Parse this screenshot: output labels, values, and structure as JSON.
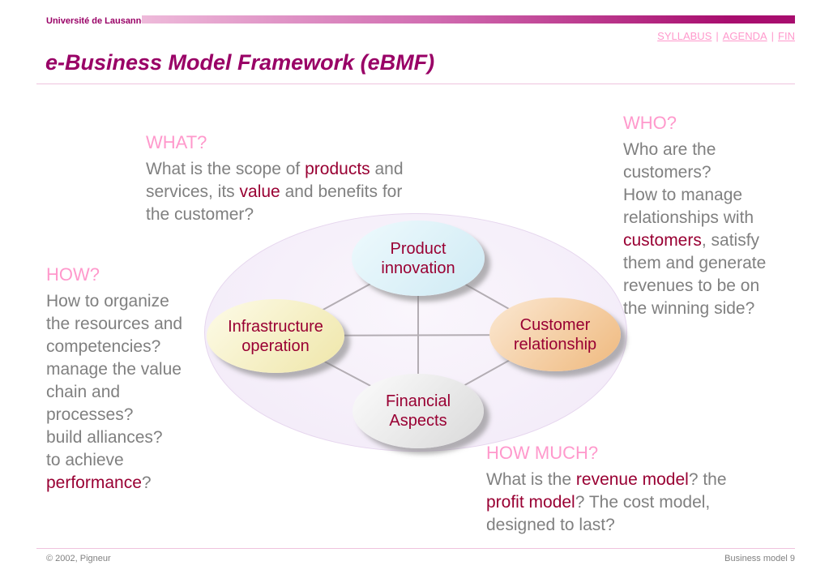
{
  "header": {
    "org": "Université de Lausanne",
    "nav": {
      "separator": "|",
      "items": [
        {
          "label": "SYLLABUS"
        },
        {
          "label": "AGENDA"
        },
        {
          "label": "FIN"
        }
      ]
    },
    "title": "e-Business Model Framework (eBMF)"
  },
  "footer": {
    "left": "© 2002, Pigneur",
    "right": "Business model 9"
  },
  "colors": {
    "accent_title": "#990066",
    "heading_pink": "#ff99cc",
    "body_gray": "#808080",
    "emphasis_maroon": "#990033",
    "bar_gradient_start": "#eebada",
    "bar_gradient_end": "#a80d6e"
  },
  "blocks": {
    "what": {
      "heading": "WHAT?",
      "lines": [
        [
          {
            "t": "What is the scope of "
          },
          {
            "t": "products",
            "em": true
          },
          {
            "t": " and"
          }
        ],
        [
          {
            "t": "services, its "
          },
          {
            "t": "value",
            "em": true
          },
          {
            "t": " and benefits for"
          }
        ],
        [
          {
            "t": "the customer?"
          }
        ]
      ]
    },
    "who": {
      "heading": "WHO?",
      "lines": [
        [
          {
            "t": "Who are the"
          }
        ],
        [
          {
            "t": "customers?"
          }
        ],
        [
          {
            "t": "How to manage"
          }
        ],
        [
          {
            "t": "relationships with"
          }
        ],
        [
          {
            "t": "customers",
            "em": true
          },
          {
            "t": ", satisfy"
          }
        ],
        [
          {
            "t": "them and generate"
          }
        ],
        [
          {
            "t": "revenues to be on"
          }
        ],
        [
          {
            "t": "the winning side?"
          }
        ]
      ]
    },
    "how": {
      "heading": "HOW?",
      "lines": [
        [
          {
            "t": "How to organize"
          }
        ],
        [
          {
            "t": "the resources and"
          }
        ],
        [
          {
            "t": "competencies?"
          }
        ],
        [
          {
            "t": "manage the value"
          }
        ],
        [
          {
            "t": "chain and"
          }
        ],
        [
          {
            "t": "processes?"
          }
        ],
        [
          {
            "t": "build alliances?"
          }
        ],
        [
          {
            "t": "to achieve"
          }
        ],
        [
          {
            "t": "performance",
            "em": true
          },
          {
            "t": "?"
          }
        ]
      ]
    },
    "how_much": {
      "heading": "HOW MUCH?",
      "lines": [
        [
          {
            "t": "What is the "
          },
          {
            "t": "revenue model",
            "em": true
          },
          {
            "t": "? the"
          }
        ],
        [
          {
            "t": "profit model",
            "em": true
          },
          {
            "t": "? The cost model,"
          }
        ],
        [
          {
            "t": "designed to last?"
          }
        ]
      ]
    }
  },
  "diagram": {
    "nodes": [
      {
        "id": "product-innovation",
        "lines": [
          [
            {
              "t": "Product"
            }
          ],
          [
            {
              "t": "innovation"
            }
          ]
        ]
      },
      {
        "id": "infrastructure-operation",
        "lines": [
          [
            {
              "t": "Infrastructure"
            }
          ],
          [
            {
              "t": "operation"
            }
          ]
        ]
      },
      {
        "id": "customer-relationship",
        "lines": [
          [
            {
              "t": "Customer"
            }
          ],
          [
            {
              "t": "relationship"
            }
          ]
        ]
      },
      {
        "id": "financial-aspects",
        "lines": [
          [
            {
              "t": "Financial"
            }
          ],
          [
            {
              "t": "Aspects"
            }
          ]
        ]
      }
    ]
  }
}
